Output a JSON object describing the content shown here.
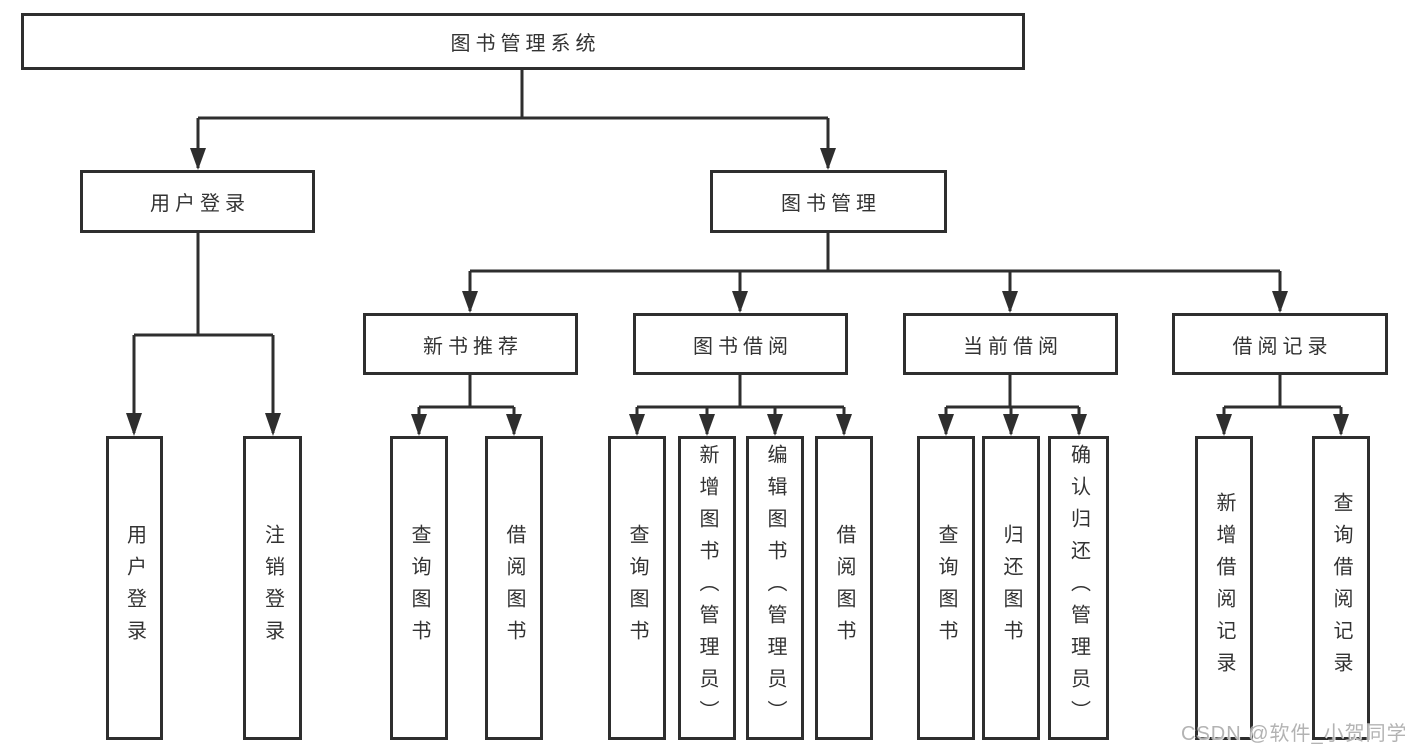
{
  "diagram": {
    "root_label": "图书管理系统",
    "branches": [
      {
        "label": "用户登录",
        "children": [
          "用户登录",
          "注销登录"
        ]
      },
      {
        "label": "图书管理",
        "groups": [
          {
            "label": "新书推荐",
            "children": [
              "查询图书",
              "借阅图书"
            ]
          },
          {
            "label": "图书借阅",
            "children": [
              "查询图书",
              "新增图书（管理员）",
              "编辑图书（管理员）",
              "借阅图书"
            ]
          },
          {
            "label": "当前借阅",
            "children": [
              "查询图书",
              "归还图书",
              "确认归还（管理员）"
            ]
          },
          {
            "label": "借阅记录",
            "children": [
              "新增借阅记录",
              "查询借阅记录"
            ]
          }
        ]
      }
    ]
  },
  "watermark": {
    "text": "CSDN @软件_小贺同学"
  },
  "colors": {
    "line": "#2e2e2e",
    "text_dark": "#333333",
    "box_background": "#ffffff",
    "watermark_gray": "#b3b3b3"
  }
}
